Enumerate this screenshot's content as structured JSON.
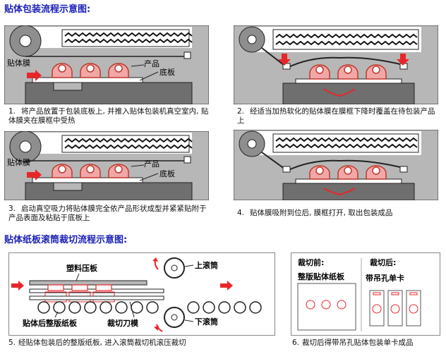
{
  "headings": {
    "process_title": "贴体包装流程示意图:",
    "cutting_title": "贴体纸板滚筒裁切流程示意图:"
  },
  "steps": [
    {
      "num": "1.",
      "text": "将产品放置于包装底板上, 并推入贴体包装机真空室内, 贴体膜夹在膜框中受热"
    },
    {
      "num": "2.",
      "text": "经适当加热软化的贴体膜在膜框下降时覆盖在待包装产品上"
    },
    {
      "num": "3.",
      "text": "启动真空吸力将贴体膜完全依产品形状成型并紧紧贴附于产品表面及粘贴于底板上"
    },
    {
      "num": "4.",
      "text": "贴体膜吸附到位后, 膜框打开, 取出包装成品"
    }
  ],
  "machine_labels": {
    "film": "贴体膜",
    "product": "产品",
    "base": "底板"
  },
  "roller": {
    "plastic_plate": "塑料压板",
    "upper_roller": "上滚筒",
    "lower_roller": "下滚筒",
    "board": "贴体后整版纸板",
    "die": "裁切刀模"
  },
  "cut_box": {
    "before_label": "裁切前:",
    "before_name": "整版贴体纸板",
    "after_label": "裁切后:",
    "after_name": "带吊孔单卡"
  },
  "captions": {
    "step5_num": "5.",
    "step5": "经贴体包装后的整版纸板, 进入滚筒裁切机滚压裁切",
    "step6_num": "6.",
    "step6": "裁切后得带吊孔贴体包装单卡成品"
  },
  "colors": {
    "heading": "#1a1fb5",
    "arrow": "#e8262a",
    "product_fill": "#f2a7a7",
    "product_stroke": "#c0392b",
    "bg_gray": "#b7b7b7",
    "film_gray": "#8e8e8e"
  }
}
